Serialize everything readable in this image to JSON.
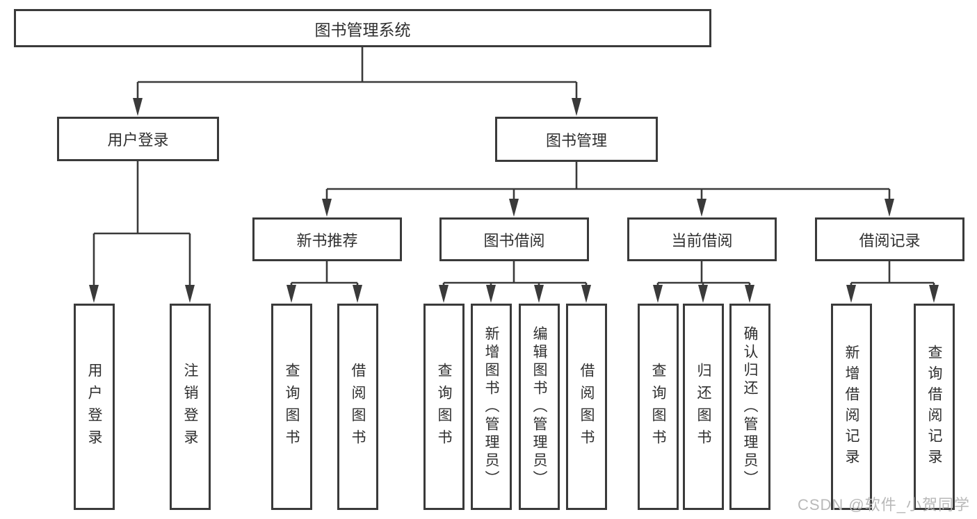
{
  "diagram": {
    "root": {
      "label": "图书管理系统"
    },
    "branches": [
      {
        "label": "用户登录",
        "children": [
          {
            "label": "用户登录"
          },
          {
            "label": "注销登录"
          }
        ]
      },
      {
        "label": "图书管理",
        "children": [
          {
            "label": "新书推荐",
            "children": [
              {
                "label": "查询图书"
              },
              {
                "label": "借阅图书"
              }
            ]
          },
          {
            "label": "图书借阅",
            "children": [
              {
                "label": "查询图书"
              },
              {
                "label": "新增图书（管理员）"
              },
              {
                "label": "编辑图书（管理员）"
              },
              {
                "label": "借阅图书"
              }
            ]
          },
          {
            "label": "当前借阅",
            "children": [
              {
                "label": "查询图书"
              },
              {
                "label": "归还图书"
              },
              {
                "label": "确认归还（管理员）"
              }
            ]
          },
          {
            "label": "借阅记录",
            "children": [
              {
                "label": "新增借阅记录"
              },
              {
                "label": "查询借阅记录"
              }
            ]
          }
        ]
      }
    ]
  },
  "watermark": {
    "text": "CSDN @软件_小贺同学"
  },
  "colors": {
    "line": "#3a3a3a",
    "text": "#2f2f2f",
    "box_background": "#ffffff",
    "watermark": "#b9b9b9"
  }
}
